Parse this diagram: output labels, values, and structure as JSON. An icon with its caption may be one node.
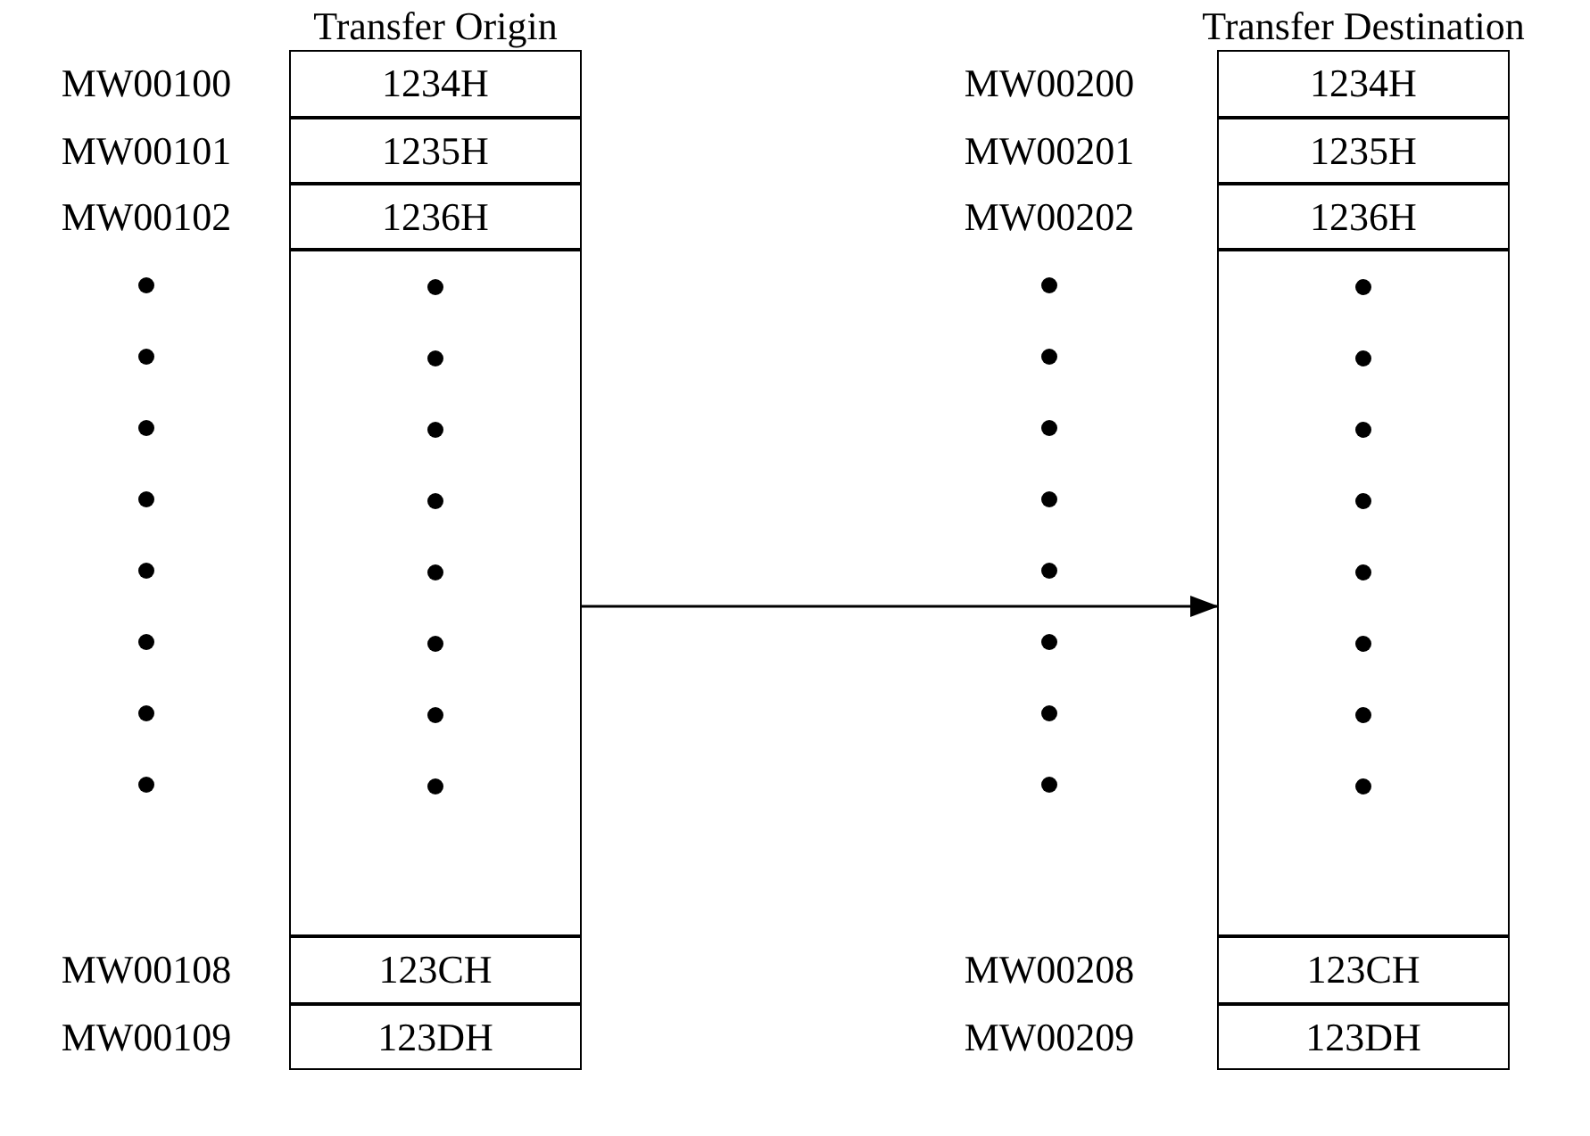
{
  "diagram": {
    "nodes": [
      {
        "text": [
          "1234H"
        ],
        "beside": [
          "MW00100"
        ]
      },
      {
        "text": [
          "1235H"
        ],
        "beside": [
          "MW00101"
        ]
      },
      {
        "text": [
          "1236H"
        ],
        "beside": [
          "MW00102"
        ]
      },
      {
        "text": [],
        "shape": "box"
      },
      {
        "text": [
          "123CH"
        ],
        "beside": [
          "MW00108"
        ]
      },
      {
        "text": [
          "123DH"
        ],
        "beside": [
          "MW00109"
        ]
      },
      {
        "text": [
          "1234H"
        ],
        "beside": [
          "MW00200"
        ]
      },
      {
        "text": [
          "1235H"
        ],
        "beside": [
          "MW00201"
        ]
      },
      {
        "text": [
          "1236H"
        ],
        "beside": [
          "MW00202"
        ]
      },
      {
        "text": [],
        "shape": "box"
      },
      {
        "text": [
          "123CH"
        ],
        "beside": [
          "MW00208"
        ]
      },
      {
        "text": [
          "123DH"
        ],
        "beside": [
          "MW00209"
        ]
      }
    ],
    "edges": [
      {
        "from": 3,
        "to": 9,
        "arrow": "to"
      }
    ],
    "labels": [
      "Transfer Origin",
      "Transfer Destination"
    ]
  }
}
